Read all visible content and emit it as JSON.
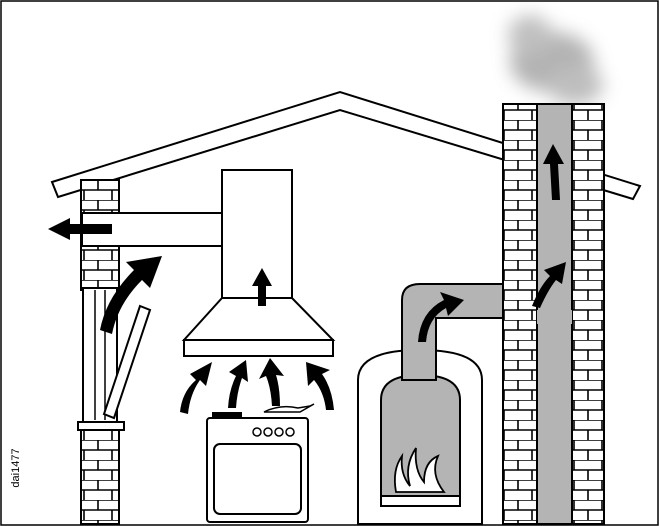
{
  "figure": {
    "code": "dai1477",
    "colors": {
      "line": "#000000",
      "background": "#ffffff",
      "duct": "#b4b4b4",
      "smoke": "#9a9a9a",
      "arrow": "#000000"
    },
    "elements": [
      "house-roof",
      "left-brick-wall",
      "window",
      "exhaust-duct",
      "cooker-hood",
      "cooker",
      "fireplace",
      "chimney",
      "smoke"
    ]
  }
}
